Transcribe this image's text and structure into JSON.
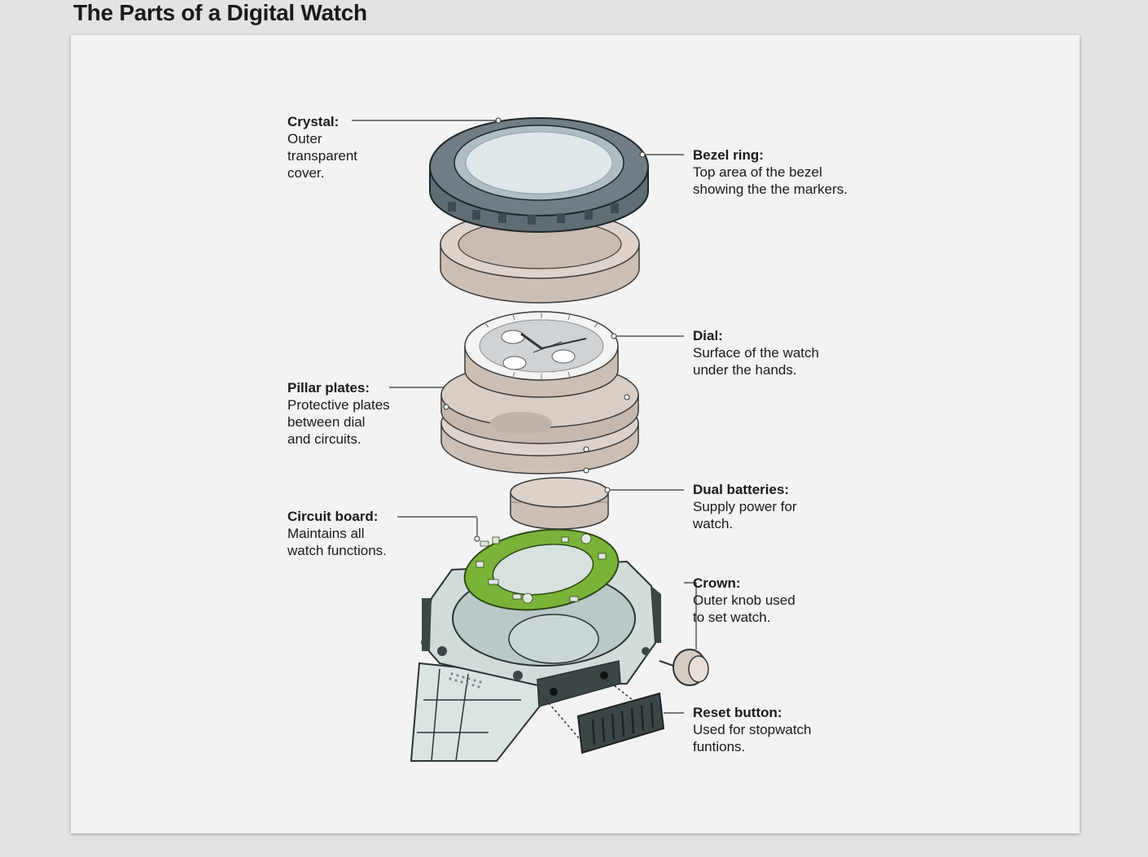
{
  "title": "The Parts of a Digital Watch",
  "colors": {
    "background": "#e2e3e5",
    "panel": "#f3f3f4",
    "bezel": "#5f6e74",
    "ring": "#cdbfb4",
    "dial": "#f4f4f4",
    "circuit_board": "#7bb33a",
    "case": "#d2dcdb",
    "dark_part": "#3c4648"
  },
  "callouts": {
    "crystal": {
      "title": "Crystal:",
      "desc": "Outer\ntransparent\ncover."
    },
    "bezel_ring": {
      "title": "Bezel ring:",
      "desc": "Top area of the bezel\nshowing the the markers."
    },
    "dial": {
      "title": "Dial:",
      "desc": "Surface of the watch\nunder the hands."
    },
    "pillar_plates": {
      "title": "Pillar plates:",
      "desc": "Protective plates\nbetween dial\nand circuits."
    },
    "dual_batteries": {
      "title": "Dual batteries:",
      "desc": "Supply power for\nwatch."
    },
    "circuit_board": {
      "title": "Circuit board:",
      "desc": "Maintains all\nwatch functions."
    },
    "crown": {
      "title": "Crown:",
      "desc": "Outer knob used\nto set watch."
    },
    "reset_button": {
      "title": "Reset button:",
      "desc": "Used for stopwatch\nfuntions."
    }
  }
}
